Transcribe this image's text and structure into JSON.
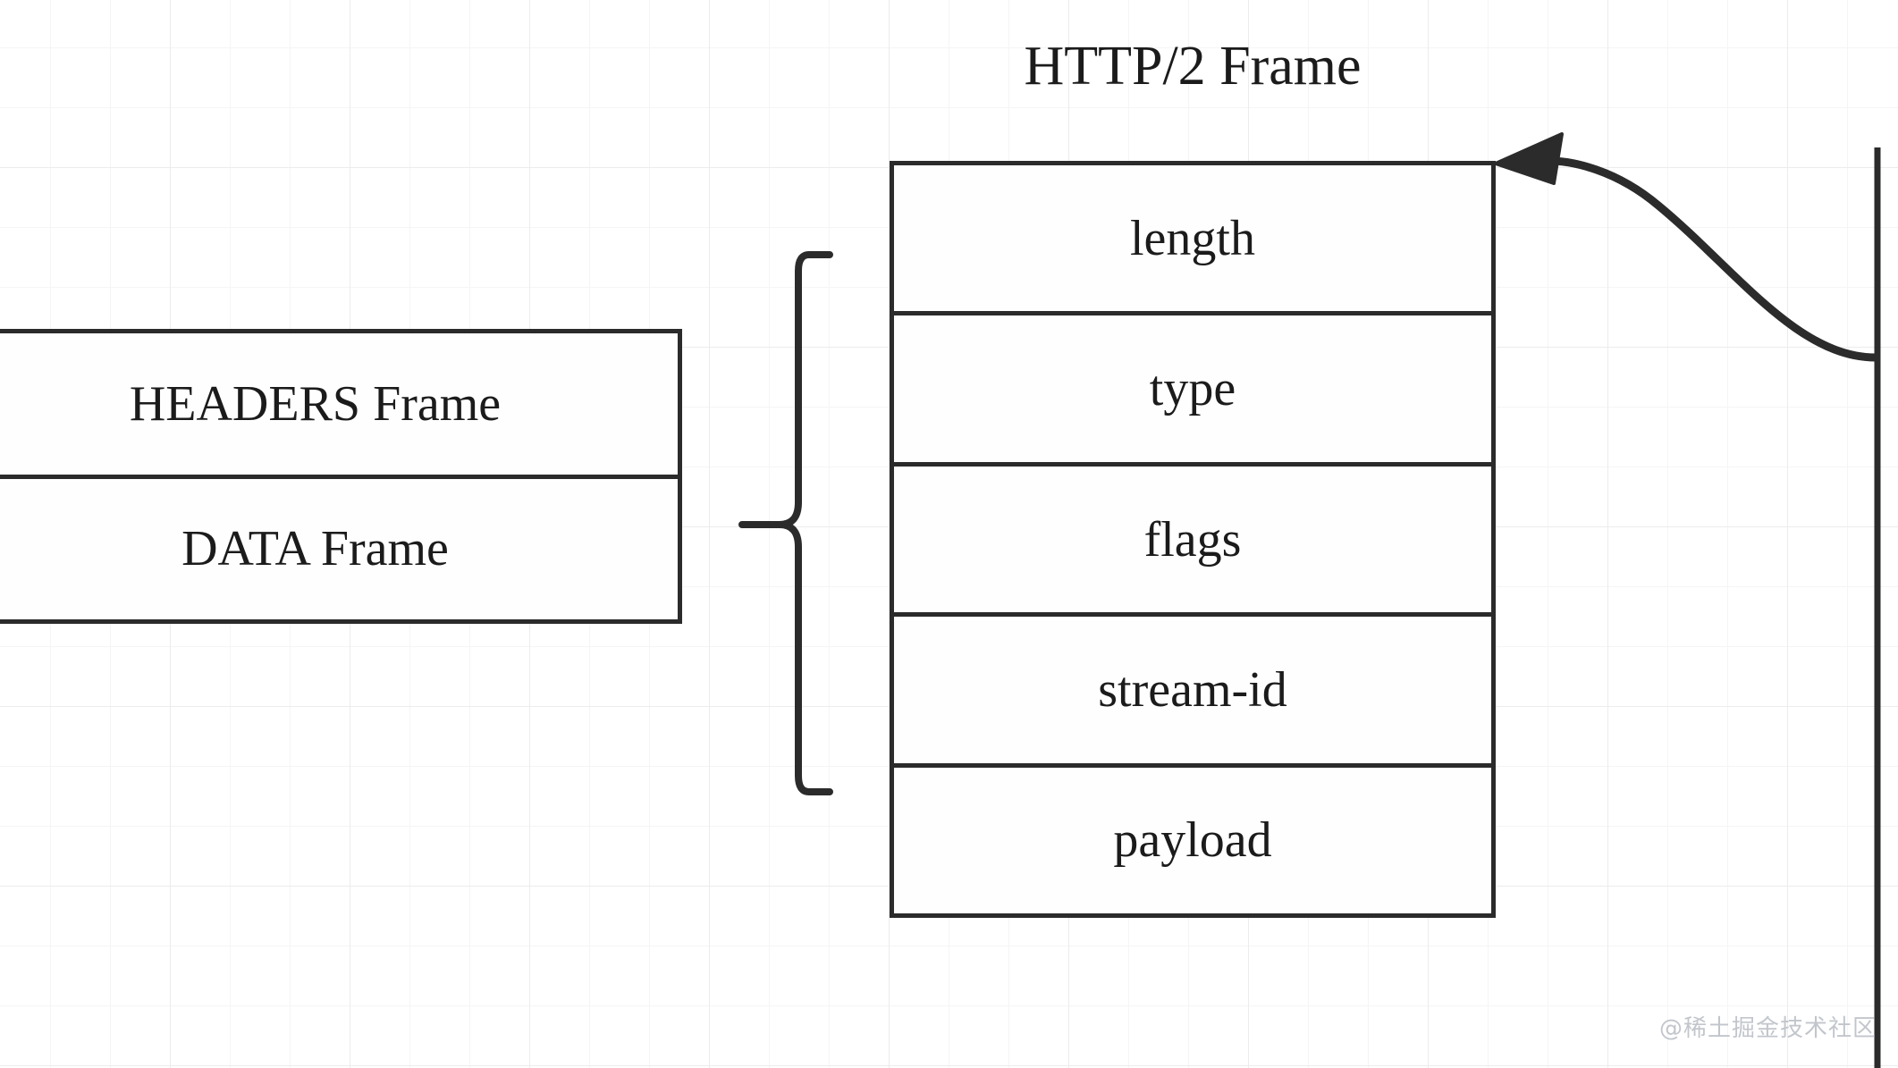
{
  "diagram": {
    "title": "HTTP/2 Frame",
    "frame_box": {
      "name": "http2-frame",
      "rows": [
        {
          "label": "length"
        },
        {
          "label": "type"
        },
        {
          "label": "flags"
        },
        {
          "label": "stream-id"
        },
        {
          "label": "payload"
        }
      ]
    },
    "left_box": {
      "name": "frame-types",
      "rows": [
        {
          "label": "HEADERS Frame"
        },
        {
          "label": "DATA Frame"
        }
      ]
    },
    "connectors": [
      {
        "name": "grouping-brace",
        "kind": "curly-brace",
        "orientation": "points-left"
      },
      {
        "name": "frame-detail-arrow",
        "kind": "curved-arrow",
        "direction": "right-to-left"
      }
    ],
    "colors": {
      "stroke": "#2b2b2b",
      "text": "#1b1b1b",
      "grid_minor": "#f5f5f5",
      "grid_major": "#ececec",
      "background": "#ffffff",
      "watermark": "#c2c6cc"
    }
  },
  "watermark": {
    "text": "@稀土掘金技术社区"
  }
}
